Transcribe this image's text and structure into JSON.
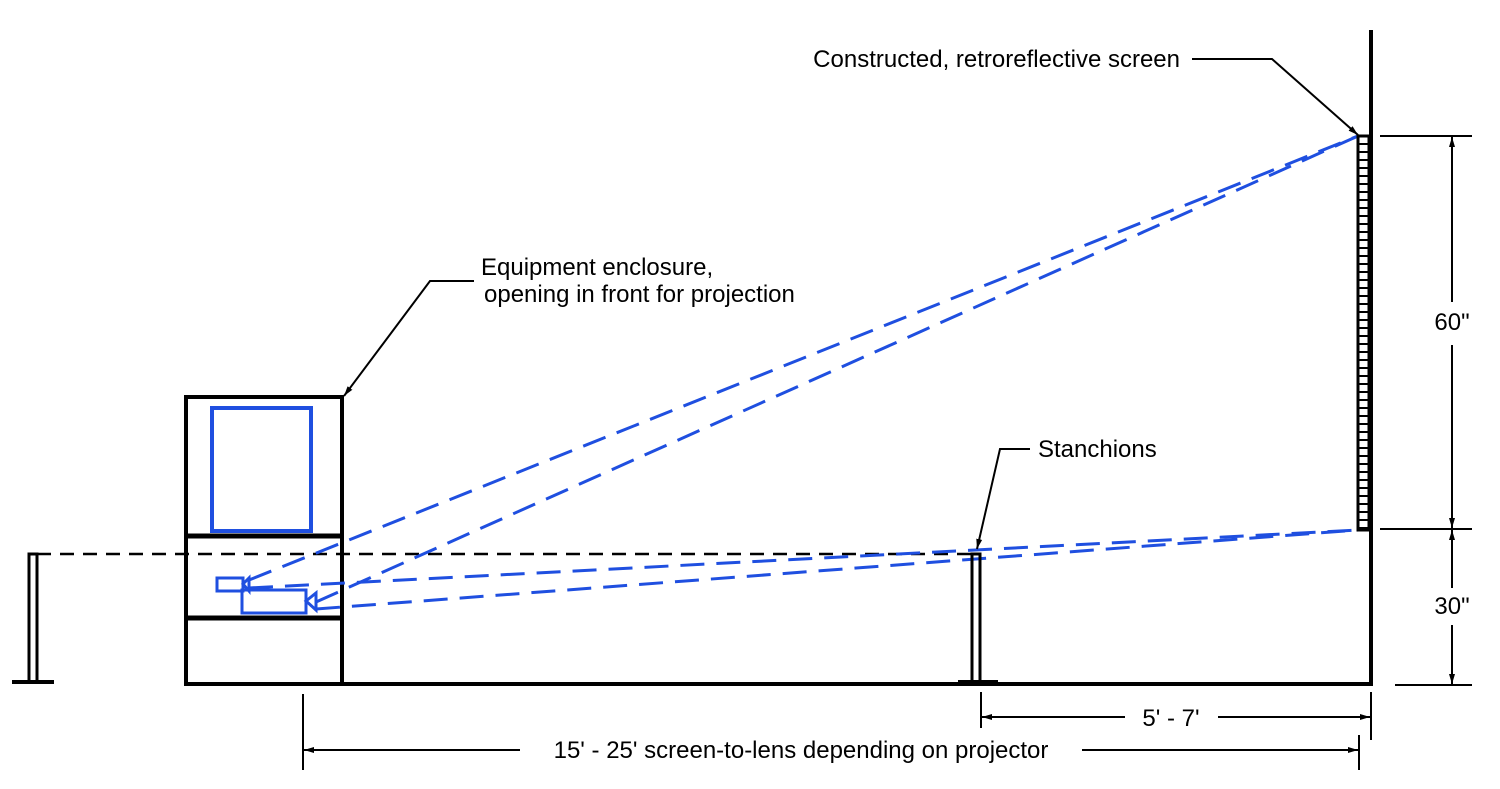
{
  "colors": {
    "line": "#000000",
    "projection": "#1f4fe0",
    "background": "#ffffff"
  },
  "labels": {
    "screen": "Constructed, retroreflective screen",
    "enclosure_line1": "Equipment enclosure,",
    "enclosure_line2": "opening in front for projection",
    "stanchions": "Stanchions"
  },
  "dimensions": {
    "screen_height": "60\"",
    "screen_elevation": "30\"",
    "stanchion_to_screen": "5' - 7'",
    "screen_to_lens": "15' - 25' screen-to-lens depending on projector"
  }
}
